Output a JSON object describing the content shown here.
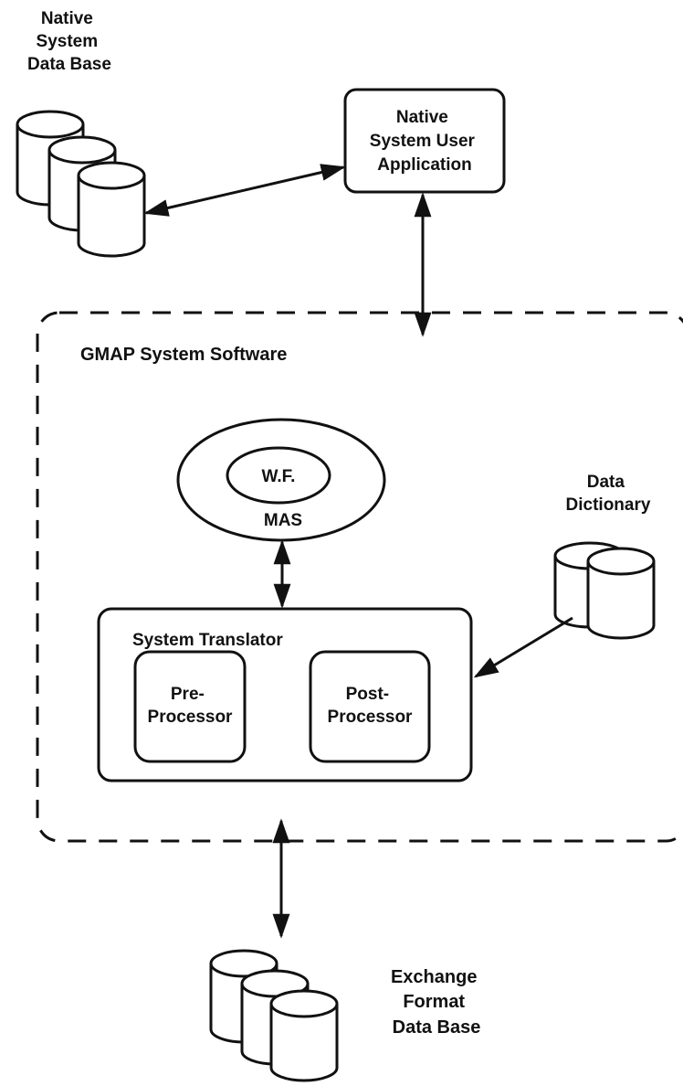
{
  "native_db_label": [
    "Native",
    "System",
    "Data Base"
  ],
  "native_app_label": [
    "Native",
    "System User",
    "Application"
  ],
  "gmap_title": "GMAP System Software",
  "mas": {
    "inner_label": "W.F.",
    "outer_label": "MAS"
  },
  "data_dictionary_label": [
    "Data",
    "Dictionary"
  ],
  "translator": {
    "title": "System Translator",
    "pre_processor": [
      "Pre-",
      "Processor"
    ],
    "post_processor": [
      "Post-",
      "Processor"
    ]
  },
  "exchange_db_label": [
    "Exchange",
    "Format",
    "Data Base"
  ],
  "colors": {
    "ink": "#111111",
    "background": "#ffffff"
  }
}
